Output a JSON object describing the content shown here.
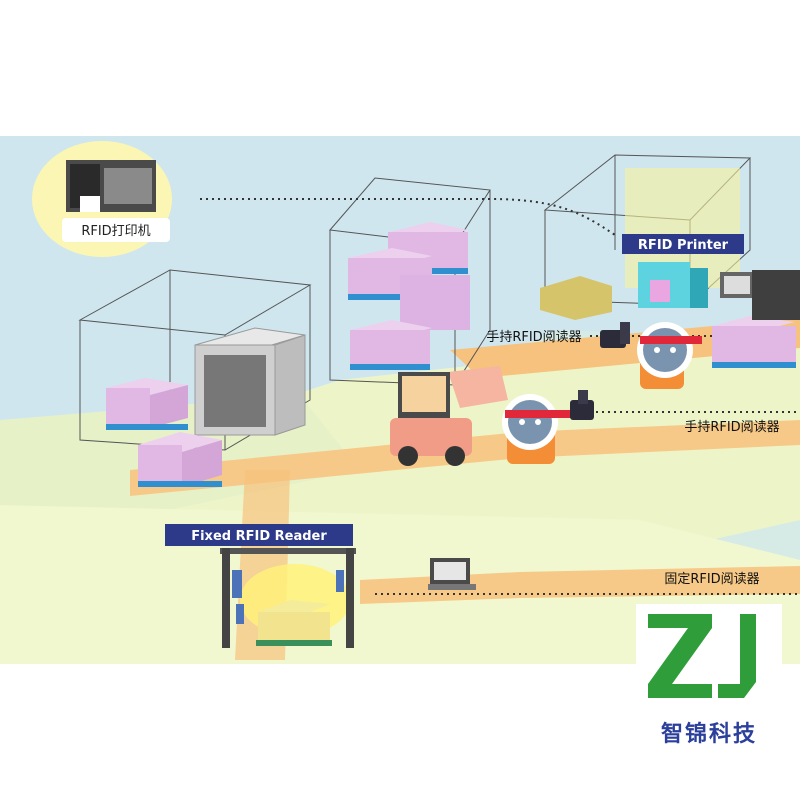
{
  "labels": {
    "rfid_printer_cn": "RFID打印机",
    "rfid_printer_en": "RFID Printer",
    "handheld_reader_1": "手持RFID阅读器",
    "handheld_reader_2": "手持RFID阅读器",
    "fixed_reader_en": "Fixed RFID Reader",
    "fixed_reader_cn": "固定RFID阅读器"
  },
  "logo": {
    "mark": "ZJ",
    "company": "智锦科技",
    "mark_color": "#2f9e3a",
    "text_color": "#2b3f9c"
  },
  "colors": {
    "floor": "#ebf4c9",
    "zone_blue": "#cfe6ef",
    "conveyor": "#f6c27e",
    "box_pink": "#e1b8e4",
    "box_blue_strip": "#2f8fcf",
    "label_bg": "#2d3a8a"
  }
}
